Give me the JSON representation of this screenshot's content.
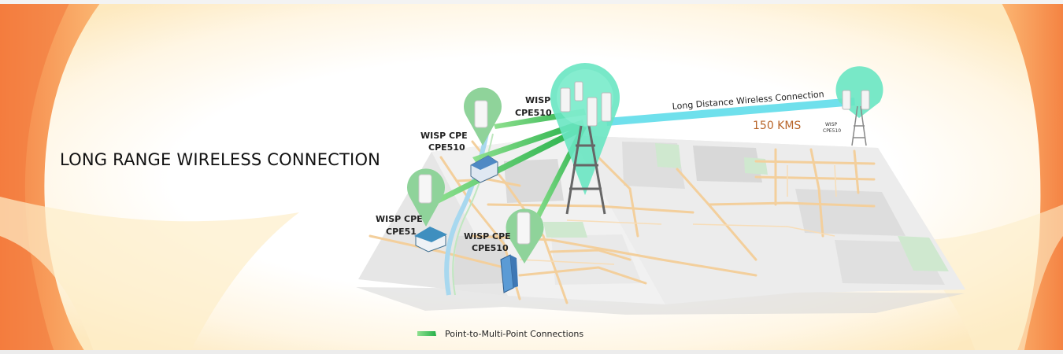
{
  "headline": "LONG RANGE WIRELESS CONNECTION",
  "tower_label_line1": "WISP",
  "tower_label_line2": "CPE510",
  "cpe_top": {
    "line1": "WISP CPE",
    "line2": "CPE510"
  },
  "cpe_left": {
    "line1": "WISP CPE",
    "line2": "CPE51"
  },
  "cpe_bottom": {
    "line1": "WISP CPE",
    "line2": "CPE510"
  },
  "link_label": "Long Distance Wireless Connection",
  "distance": "150 KMS",
  "remote_label_line1": "WISP",
  "remote_label_line2": "CPE510",
  "legend_label": "Point-to-Multi-Point Connections",
  "colors": {
    "accent_orange": "#f7924f",
    "node_green": "#8fd39a",
    "tower_mint": "#69e6c2",
    "link_cyan": "#6fe0ec",
    "p2mp_green": "#2db84d",
    "road": "#f3cf9c",
    "distance_text": "#b8652a"
  }
}
